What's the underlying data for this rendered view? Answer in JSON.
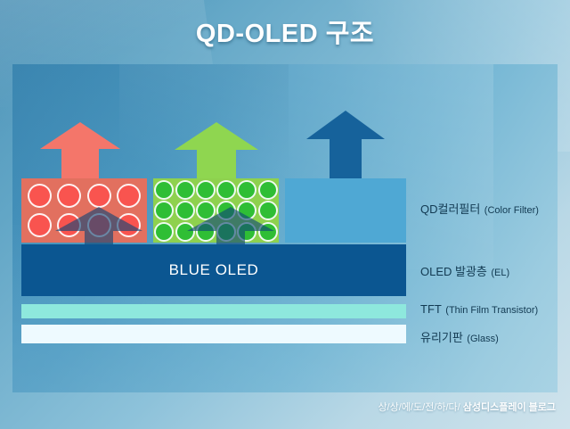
{
  "title": "QD-OLED 구조",
  "panel": {
    "oled_layer_text": "BLUE OLED"
  },
  "layers": [
    {
      "id": "color-filter",
      "ko": "QD컬러필터",
      "en": "(Color Filter)"
    },
    {
      "id": "emissive",
      "ko": "OLED 발광층",
      "en": "(EL)"
    },
    {
      "id": "tft",
      "ko": "TFT",
      "en": "(Thin Film Transistor)"
    },
    {
      "id": "glass",
      "ko": "유리기판",
      "en": "(Glass)"
    }
  ],
  "filters": [
    {
      "id": "red",
      "color": "#e2705f",
      "dot_color": "#f9544f",
      "rows": 2,
      "cols": 4
    },
    {
      "id": "green",
      "color": "#8ed14e",
      "dot_color": "#2fbe35",
      "rows": 3,
      "cols": 6
    },
    {
      "id": "blue",
      "color": "#4fa8d4",
      "dot_color": "",
      "rows": 0,
      "cols": 0
    }
  ],
  "arrows": [
    {
      "id": "red-light",
      "color": "#f4766a"
    },
    {
      "id": "green-light",
      "color": "#8fd650"
    },
    {
      "id": "blue-light",
      "color": "#16629b"
    }
  ],
  "colors": {
    "oled_bar": "#0b5691",
    "tft_bar": "#8ee8dd",
    "glass_bar": "#eefaff",
    "panel_bg": "#4f9cc3",
    "page_bg": "#8dc2da",
    "label_text": "#123a52"
  },
  "credit": {
    "tagline": "상/상/에/도/전/하/다/",
    "brand": "삼성디스플레이 블로그"
  }
}
